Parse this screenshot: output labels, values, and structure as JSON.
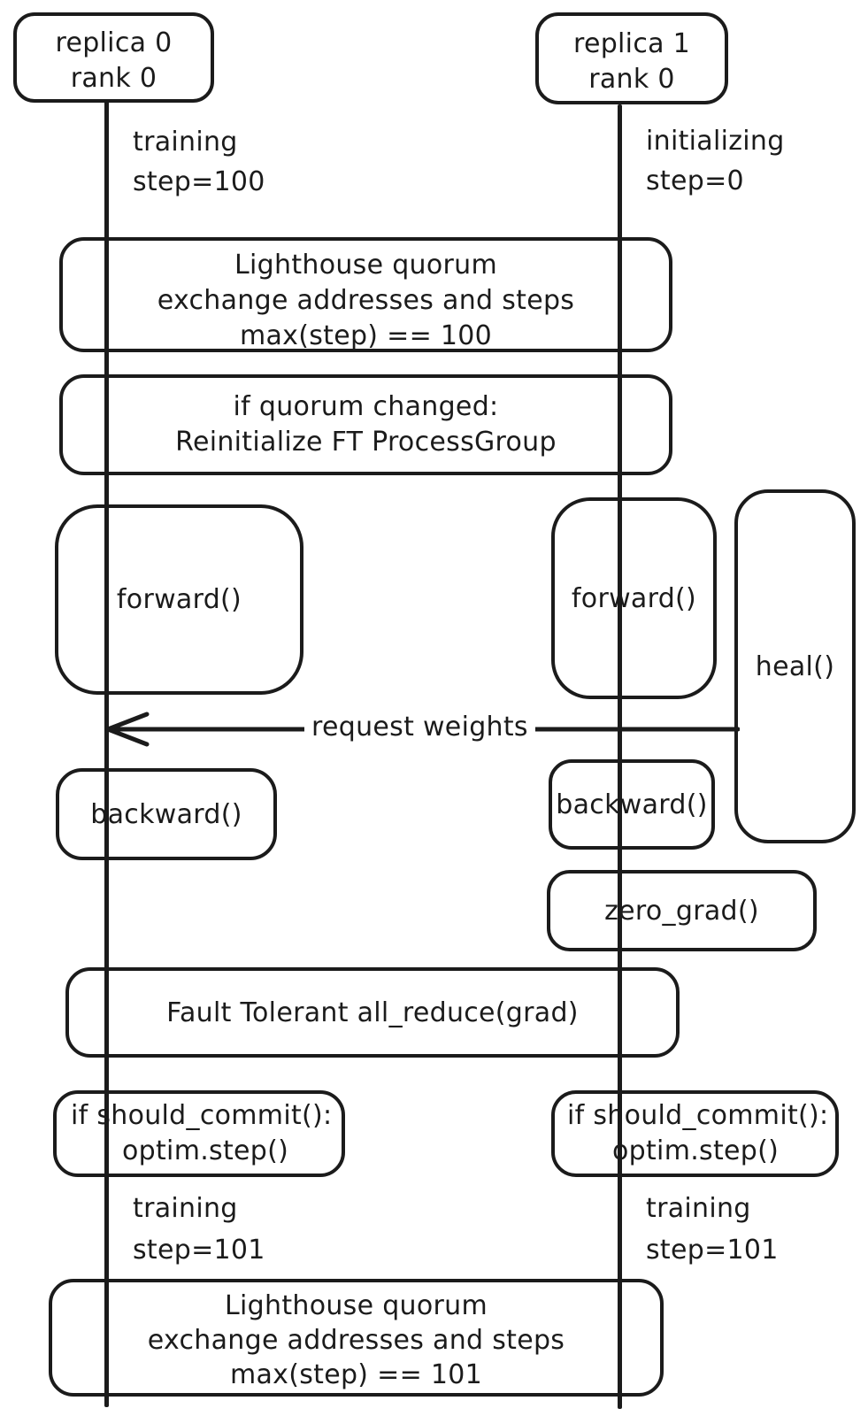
{
  "canvas": {
    "stroke_color": "#1b1b1b",
    "background": "#ffffff"
  },
  "actors": [
    {
      "line1": "replica 0",
      "line2": "rank 0"
    },
    {
      "line1": "replica 1",
      "line2": "rank 0"
    }
  ],
  "state_labels": {
    "left_top": {
      "line1": "training",
      "line2": "step=100"
    },
    "right_top": {
      "line1": "initializing",
      "line2": "step=0"
    },
    "left_bottom": {
      "line1": "training",
      "line2": "step=101"
    },
    "right_bottom": {
      "line1": "training",
      "line2": "step=101"
    }
  },
  "span_boxes": {
    "lighthouse_top": {
      "line1": "Lighthouse quorum",
      "line2": "exchange addresses and steps",
      "line3": "max(step) == 100"
    },
    "quorum_changed": {
      "line1": "if quorum changed:",
      "line2": "Reinitialize FT ProcessGroup"
    },
    "all_reduce": {
      "line1": "Fault Tolerant all_reduce(grad)"
    },
    "lighthouse_bottom": {
      "line1": "Lighthouse quorum",
      "line2": "exchange addresses and steps",
      "line3": "max(step) == 101"
    }
  },
  "activity_boxes": {
    "forward_left": "forward()",
    "forward_right": "forward()",
    "heal": "heal()",
    "backward_left": "backward()",
    "backward_right": "backward()",
    "zero_grad": "zero_grad()",
    "commit_left": {
      "line1": "if should_commit():",
      "line2": "optim.step()"
    },
    "commit_right": {
      "line1": "if should_commit():",
      "line2": "optim.step()"
    }
  },
  "arrow": {
    "label": "request weights"
  }
}
